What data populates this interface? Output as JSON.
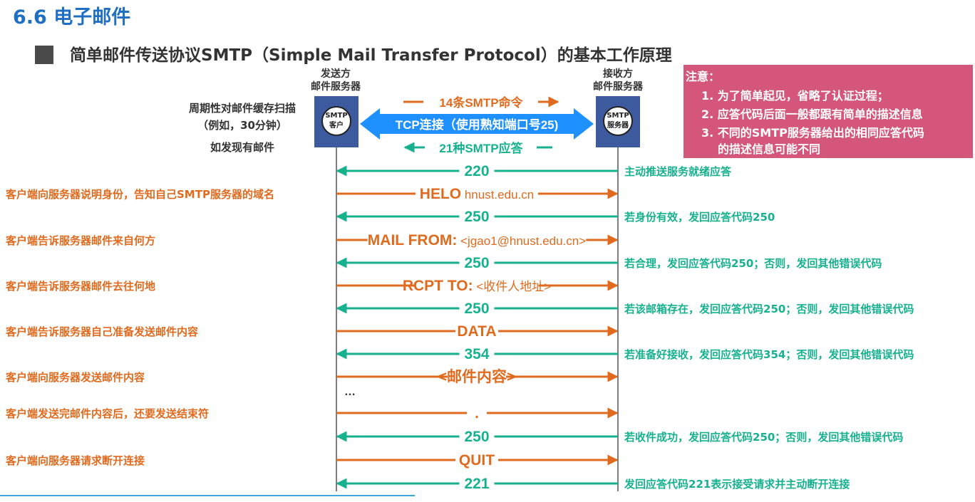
{
  "title": "6.6 电子邮件",
  "subtitle": "简单邮件传送协议SMTP（Simple Mail Transfer Protocol）的基本工作原理",
  "sender": {
    "label_line1": "发送方",
    "label_line2": "邮件服务器",
    "box_line1": "SMTP",
    "box_line2": "客户"
  },
  "receiver": {
    "label_line1": "接收方",
    "label_line2": "邮件服务器",
    "box_line1": "SMTP",
    "box_line2": "服务器"
  },
  "scan_note": {
    "line1": "周期性对邮件缓存扫描",
    "line2": "（例如，30分钟）",
    "line3": "如发现有邮件"
  },
  "tcp": {
    "commands": "14条SMTP命令",
    "connection": "TCP连接（使用熟知端口号25)",
    "responses": "21种SMTP应答"
  },
  "note": {
    "title": "注意：",
    "item1": "1. 为了简单起见，省略了认证过程；",
    "item2": "2. 应答代码后面一般都跟有简单的描述信息",
    "item3": "3. 不同的SMTP服务器给出的相同应答代码",
    "item3_cont": "的描述信息可能不同"
  },
  "colors": {
    "orange": "#e06b1f",
    "teal": "#17b18f",
    "blue": "#1e90ff",
    "box": "#3d5a9e",
    "note_bg": "#d4567a"
  },
  "steps": [
    {
      "dir": "left",
      "bold": "220",
      "rest": "",
      "desc": "主动推送服务就绪应答"
    },
    {
      "dir": "right",
      "bold": "HELO",
      "rest": " hnust.edu.cn",
      "desc": "客户端向服务器说明身份，告知自己SMTP服务器的域名"
    },
    {
      "dir": "left",
      "bold": "250",
      "rest": "",
      "desc": "若身份有效，发回应答代码250"
    },
    {
      "dir": "right",
      "bold": "MAIL FROM:",
      "rest": " <jgao1@hnust.edu.cn>",
      "desc": "客户端告诉服务器邮件来自何方"
    },
    {
      "dir": "left",
      "bold": "250",
      "rest": "",
      "desc": "若合理，发回应答代码250；否则，发回其他错误代码"
    },
    {
      "dir": "right",
      "bold": "RCPT TO:",
      "rest": " <收件人地址>",
      "desc": "客户端告诉服务器邮件去往何地"
    },
    {
      "dir": "left",
      "bold": "250",
      "rest": "",
      "desc": "若该邮箱存在，发回应答代码250；否则，发回其他错误代码"
    },
    {
      "dir": "right",
      "bold": "DATA",
      "rest": "",
      "desc": "客户端告诉服务器自己准备发送邮件内容"
    },
    {
      "dir": "left",
      "bold": "354",
      "rest": "",
      "desc": "若准备好接收，发回应答代码354；否则，发回其他错误代码"
    },
    {
      "dir": "right",
      "bold": "<邮件内容>",
      "rest": "",
      "desc": "客户端向服务器发送邮件内容"
    },
    {
      "dir": "right",
      "bold": ".",
      "rest": "",
      "desc": "客户端发送完邮件内容后，还要发送结束符"
    },
    {
      "dir": "left",
      "bold": "250",
      "rest": "",
      "desc": "若收件成功，发回应答代码250；否则，发回其他错误代码"
    },
    {
      "dir": "right",
      "bold": "QUIT",
      "rest": "",
      "desc": "客户端向服务器请求断开连接"
    },
    {
      "dir": "left",
      "bold": "221",
      "rest": "",
      "desc": "发回应答代码221表示接受请求并主动断开连接"
    }
  ],
  "ellipsis": "…"
}
